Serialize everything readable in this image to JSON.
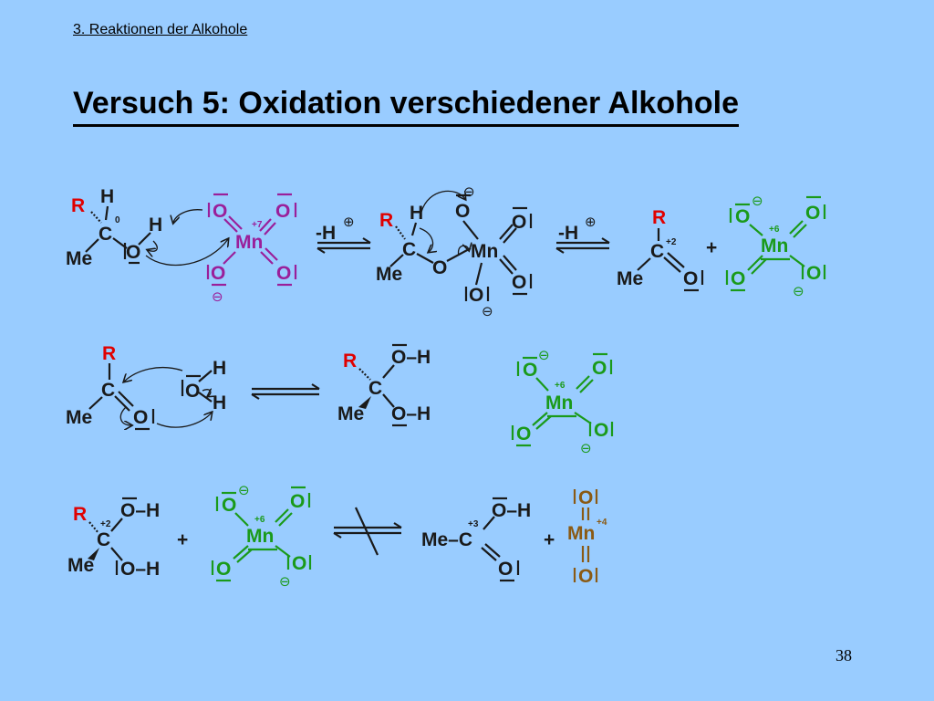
{
  "slide": {
    "section": "3.  Reaktionen der Alkohole",
    "title": "Versuch 5: Oxidation verschiedener Alkohole",
    "page_number": "38"
  },
  "labels": {
    "R": "R",
    "Me": "Me",
    "MeC": "Me–C",
    "C": "C",
    "H": "H",
    "O": "O",
    "Mn": "Mn",
    "OH": "O–H",
    "minusH": "-H",
    "plus": "+",
    "ox0": "0",
    "ox2": "+2",
    "ox3": "+3",
    "ox4": "+4",
    "ox6": "+6",
    "ox7": "+7",
    "plus_charge": "⊕",
    "minus_charge": "⊖"
  },
  "colors": {
    "background": "#99ccff",
    "organic": "#1a1a1a",
    "R_group": "#e00000",
    "permanganate": "#9a1f9a",
    "manganate": "#1a9a1a",
    "manganese_dioxide": "#8a5a14"
  }
}
